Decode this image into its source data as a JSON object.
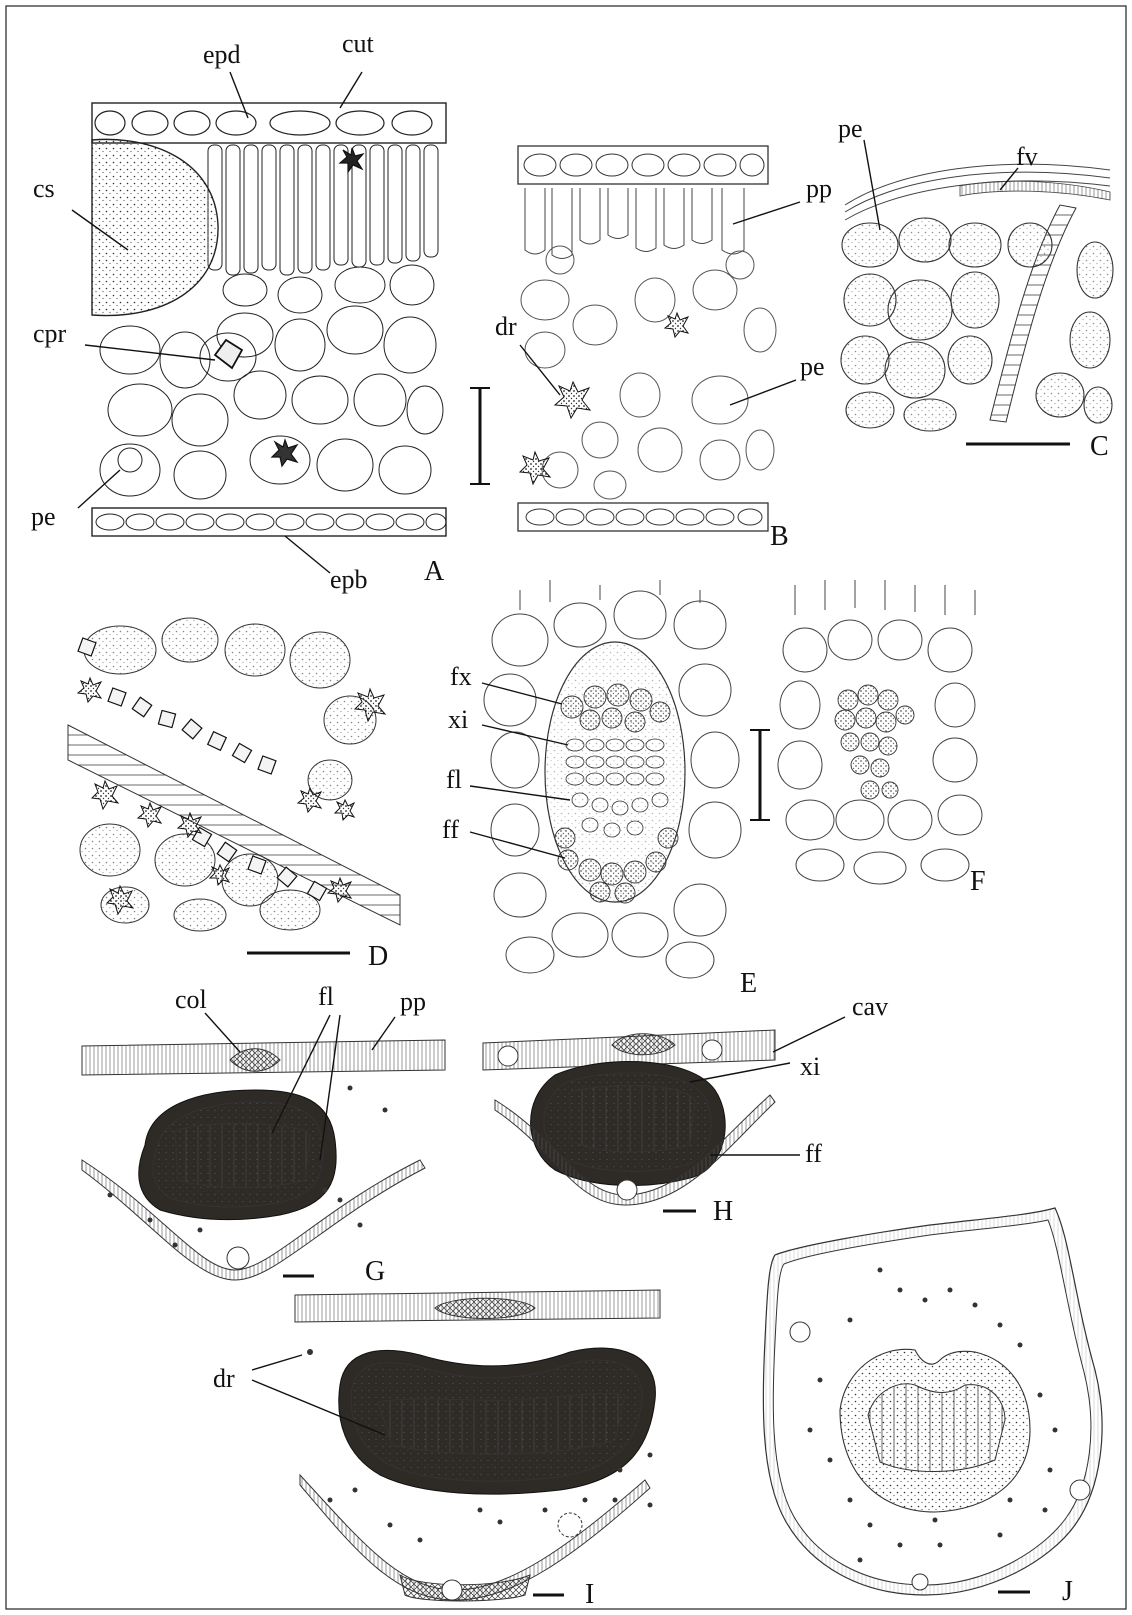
{
  "panels": {
    "A": {
      "letter": "A",
      "labels": {
        "epd": "epd",
        "cut": "cut",
        "cs": "cs",
        "cpr": "cpr",
        "pe": "pe",
        "epb": "epb"
      }
    },
    "B": {
      "letter": "B",
      "labels": {
        "pp": "pp",
        "dr": "dr",
        "pe": "pe"
      }
    },
    "C": {
      "letter": "C",
      "labels": {
        "pe": "pe",
        "fv": "fv"
      }
    },
    "D": {
      "letter": "D"
    },
    "E": {
      "letter": "E",
      "labels": {
        "fx": "fx",
        "xi": "xi",
        "fl": "fl",
        "ff": "ff"
      }
    },
    "F": {
      "letter": "F"
    },
    "G": {
      "letter": "G",
      "labels": {
        "col": "col",
        "fl": "fl",
        "pp": "pp"
      }
    },
    "H": {
      "letter": "H",
      "labels": {
        "cav": "cav",
        "xi": "xi",
        "ff": "ff"
      }
    },
    "I": {
      "letter": "I",
      "labels": {
        "dr": "dr"
      }
    },
    "J": {
      "letter": "J"
    }
  },
  "colors": {
    "ink": "#1a1a1a",
    "sclerenchyma": "#2e2a26",
    "paper": "#ffffff"
  }
}
